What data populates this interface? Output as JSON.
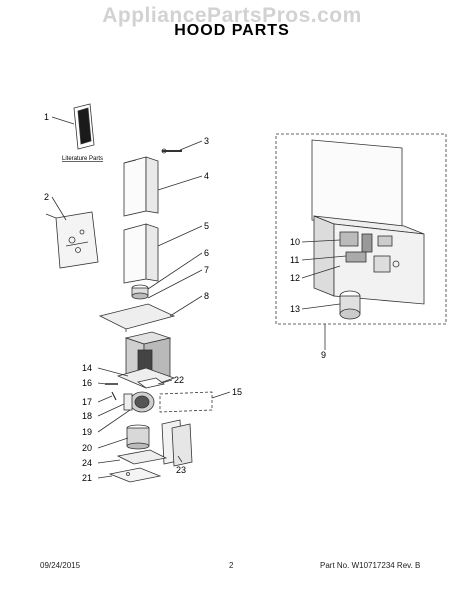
{
  "watermark": "AppliancePartsPros.com",
  "title": "HOOD PARTS",
  "literature_label": "Literature Parts",
  "callouts": [
    "1",
    "2",
    "3",
    "4",
    "5",
    "6",
    "7",
    "8",
    "9",
    "10",
    "11",
    "12",
    "13",
    "14",
    "15",
    "16",
    "17",
    "18",
    "19",
    "20",
    "21",
    "22",
    "23",
    "24"
  ],
  "footer": {
    "date": "09/24/2015",
    "page": "2",
    "part_rev": "Part No. W10717234  Rev. B"
  }
}
